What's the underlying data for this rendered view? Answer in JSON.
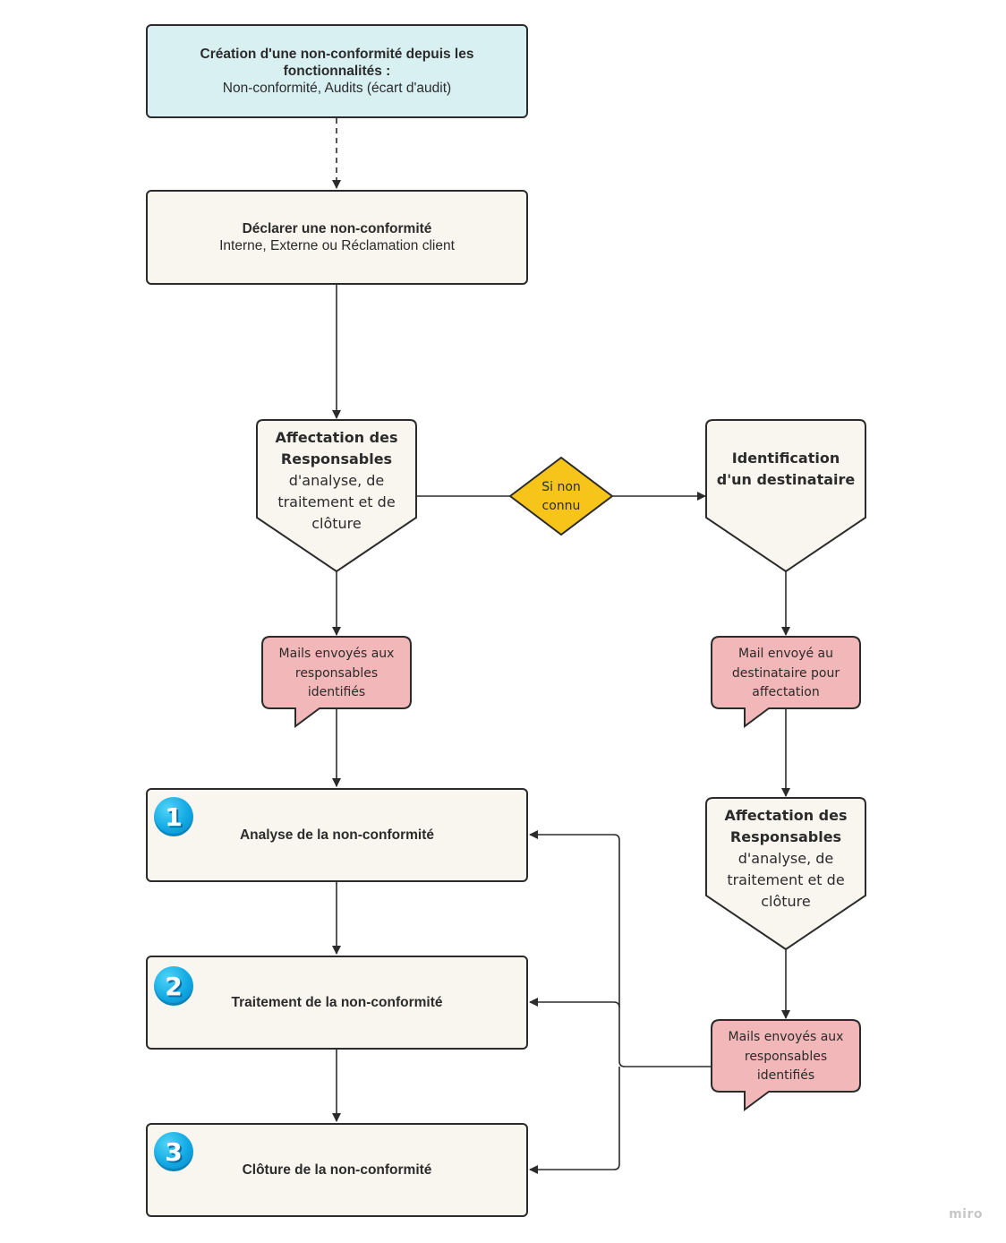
{
  "nodes": {
    "creation": {
      "title": "Création d'une non-conformité depuis les fonctionnalités :",
      "subtitle": "Non-conformité, Audits (écart d'audit)"
    },
    "declarer": {
      "title": "Déclarer une non-conformité",
      "subtitle": "Interne, Externe ou Réclamation client"
    },
    "affectation_left": {
      "title": "Affectation des Responsables",
      "subtitle": "d'analyse, de traitement et de clôture"
    },
    "decision": {
      "label": "Si non connu"
    },
    "identification": {
      "title": "Identification d'un destinataire"
    },
    "mail_left": {
      "text": "Mails envoyés aux responsables identifiés"
    },
    "mail_dest": {
      "text": "Mail envoyé au destinataire pour affectation"
    },
    "affectation_right": {
      "title": "Affectation des Responsables",
      "subtitle": "d'analyse, de traitement et de clôture"
    },
    "mail_right": {
      "text": "Mails envoyés aux responsables identifiés"
    },
    "step1": {
      "number": "1",
      "title": "Analyse de la non-conformité"
    },
    "step2": {
      "number": "2",
      "title": "Traitement de la non-conformité"
    },
    "step3": {
      "number": "3",
      "title": "Clôture de la non-conformité"
    }
  },
  "colors": {
    "blue_box": "#d9f0f2",
    "cream_box": "#f9f6ef",
    "bubble": "#f2b7b8",
    "decision": "#f7c51a",
    "badge": "#11a8e3",
    "line": "#2b2b2b"
  },
  "watermark": "miro"
}
